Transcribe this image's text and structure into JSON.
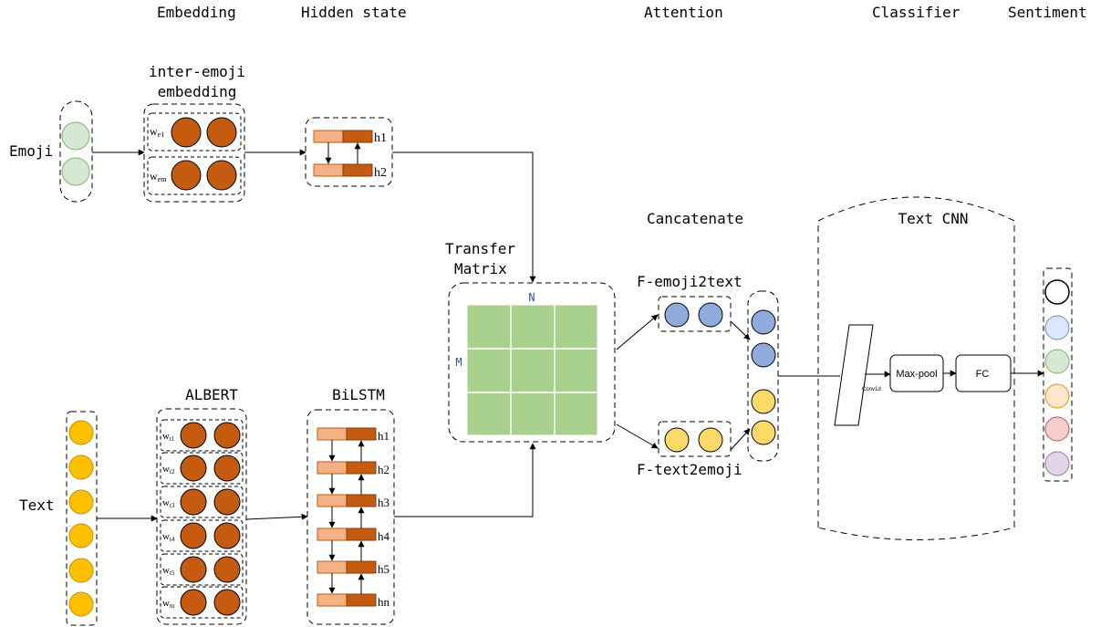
{
  "stages": [
    "Embedding",
    "Hidden state",
    "Attention",
    "Classifier",
    "Sentiment"
  ],
  "inputs": {
    "emoji": "Emoji",
    "text": "Text"
  },
  "emoji_embedding": {
    "title_line1": "inter-emoji",
    "title_line2": "embedding",
    "row_labels": [
      "w",
      "w"
    ],
    "row_subs": [
      "e1",
      "em"
    ]
  },
  "emoji_hidden": {
    "labels": [
      "h1",
      "h2"
    ]
  },
  "text_embedding": {
    "title": "ALBERT",
    "row_labels": [
      "w",
      "w",
      "w",
      "w",
      "w",
      "w"
    ],
    "row_subs": [
      "t1",
      "t2",
      "t3",
      "t4",
      "t5",
      "tn"
    ]
  },
  "text_hidden": {
    "title": "BiLSTM",
    "labels": [
      "h1",
      "h2",
      "h3",
      "h4",
      "h5",
      "hn"
    ]
  },
  "transfer_matrix": {
    "title_line1": "Transfer",
    "title_line2": "Matrix",
    "col_label": "N",
    "row_label": "M"
  },
  "attention": {
    "concat_title": "Cancatenate",
    "upper_label": "F-emoji2text",
    "lower_label": "F-text2emoji"
  },
  "classifier": {
    "title": "Text CNN",
    "conv_label": "Conv1d",
    "pool_label": "Max-pool",
    "fc_label": "FC"
  },
  "colors": {
    "emoji_node": "#d5e8d4",
    "emoji_node_border": "#82b366",
    "text_node": "#ffc000",
    "embed_node": "#c55a11",
    "hidden_light": "#f4b183",
    "matrix": "#a9d18e",
    "f_emoji": "#8faadc",
    "f_text": "#ffd966",
    "sentiment": [
      "#ffffff",
      "#dae8fc",
      "#d5e8d4",
      "#ffe6cc",
      "#f8cecc",
      "#e1d5e7"
    ],
    "sentiment_borders": [
      "#000000",
      "#6c8ebf",
      "#82b366",
      "#d79b00",
      "#b85450",
      "#9673a6"
    ]
  }
}
